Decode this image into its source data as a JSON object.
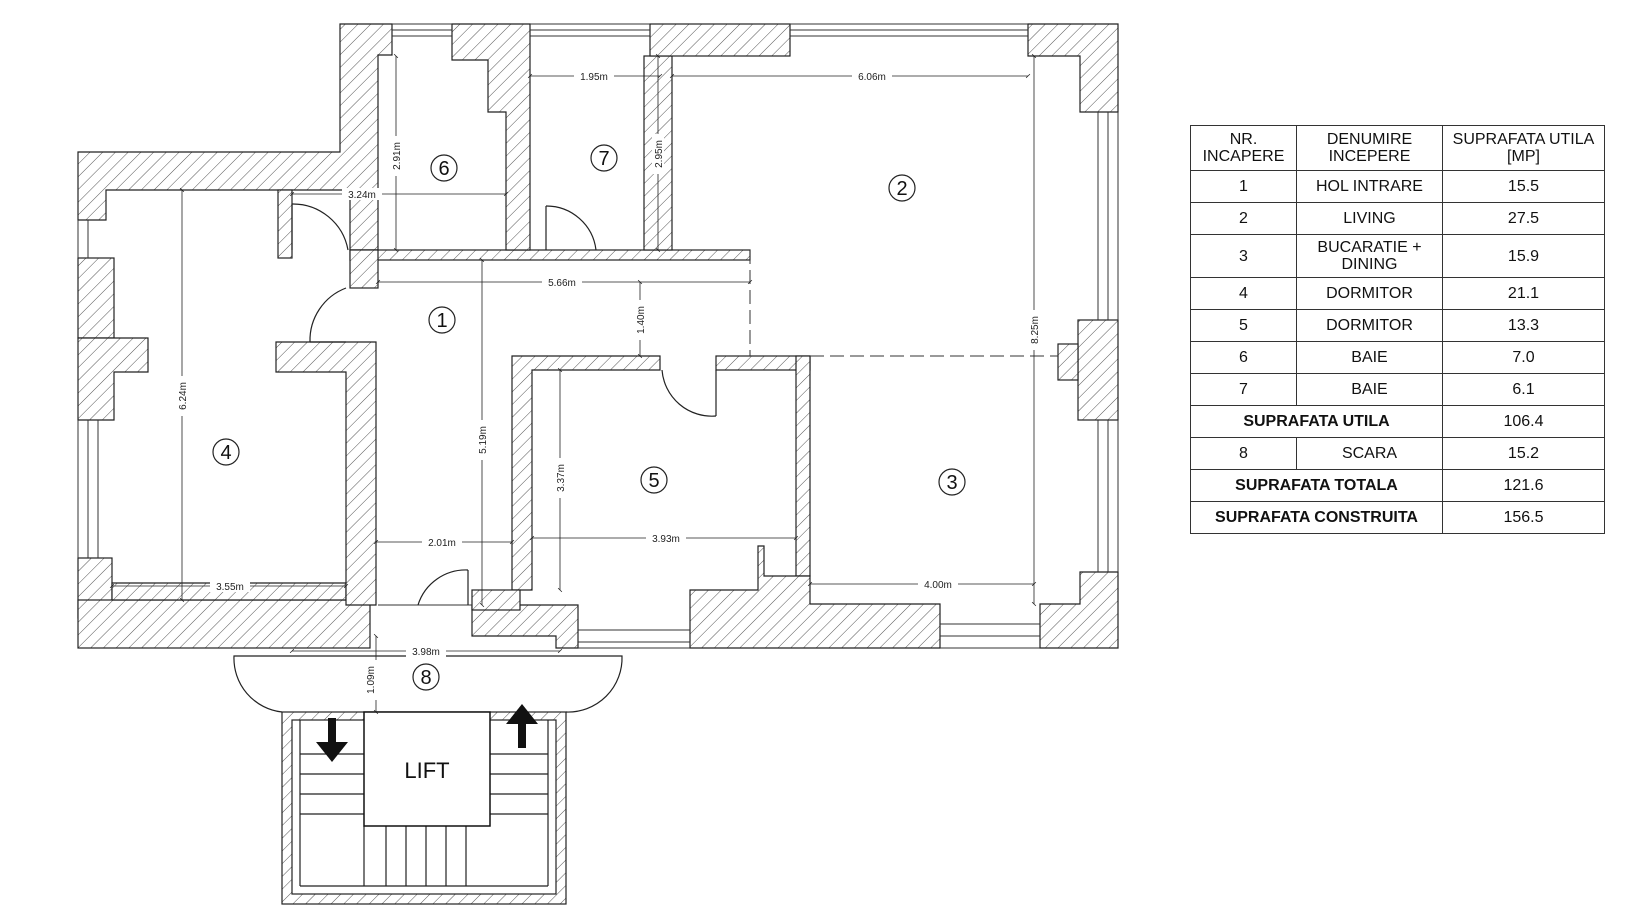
{
  "rooms": [
    {
      "n": "1"
    },
    {
      "n": "2"
    },
    {
      "n": "3"
    },
    {
      "n": "4"
    },
    {
      "n": "5"
    },
    {
      "n": "6"
    },
    {
      "n": "7"
    },
    {
      "n": "8"
    }
  ],
  "dimensions": {
    "d_195": "1.95m",
    "d_606": "6.06m",
    "d_291": "2.91m",
    "d_295": "2.95m",
    "d_324": "3.24m",
    "d_566": "5.66m",
    "d_140": "1.40m",
    "d_825": "8.25m",
    "d_624": "6.24m",
    "d_519": "5.19m",
    "d_337": "3.37m",
    "d_201": "2.01m",
    "d_393": "3.93m",
    "d_355": "3.55m",
    "d_400": "4.00m",
    "d_398": "3.98m",
    "d_109": "1.09m"
  },
  "lift_label": "LIFT",
  "table": {
    "header": {
      "col1": [
        "NR.",
        "INCAPERE"
      ],
      "col2": [
        "DENUMIRE",
        "INCEPERE"
      ],
      "col3": [
        "SUPRAFATA UTILA",
        "[MP]"
      ]
    },
    "rows": [
      {
        "nr": "1",
        "name": "HOL INTRARE",
        "area": "15.5"
      },
      {
        "nr": "2",
        "name": "LIVING",
        "area": "27.5"
      },
      {
        "nr": "3",
        "name": "BUCARATIE +\nDINING",
        "area": "15.9"
      },
      {
        "nr": "4",
        "name": "DORMITOR",
        "area": "21.1"
      },
      {
        "nr": "5",
        "name": "DORMITOR",
        "area": "13.3"
      },
      {
        "nr": "6",
        "name": "BAIE",
        "area": "7.0"
      },
      {
        "nr": "7",
        "name": "BAIE",
        "area": "6.1"
      }
    ],
    "utila": {
      "label": "SUPRAFATA UTILA",
      "area": "106.4"
    },
    "stair": {
      "nr": "8",
      "name": "SCARA",
      "area": "15.2"
    },
    "totala": {
      "label": "SUPRAFATA TOTALA",
      "area": "121.6"
    },
    "construita": {
      "label": "SUPRAFATA CONSTRUITA",
      "area": "156.5"
    }
  }
}
